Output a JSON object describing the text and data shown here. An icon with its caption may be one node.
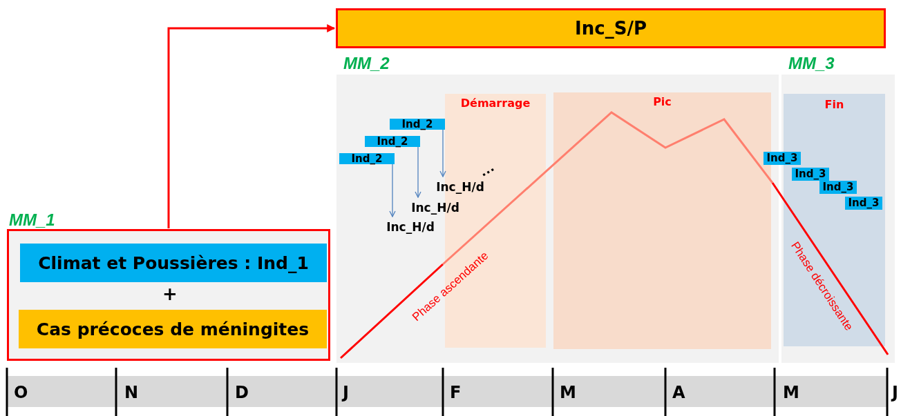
{
  "diagram": {
    "nodes": [
      {
        "text": [
          "Inc_S/P"
        ]
      },
      {
        "text": [
          "MM_1",
          "+"
        ]
      },
      {
        "text": [
          "Climat et Poussières : Ind_1"
        ],
        "in": 1
      },
      {
        "text": [
          "Cas précoces de méningites"
        ],
        "in": 1
      },
      {
        "text": [
          "MM_2"
        ]
      },
      {
        "text": [
          "Démarrage"
        ],
        "in": 4
      },
      {
        "text": [
          "Pic"
        ],
        "in": 4
      },
      {
        "text": [
          "Ind_2"
        ],
        "in": 4
      },
      {
        "text": [
          "Ind_2"
        ],
        "in": 4
      },
      {
        "text": [
          "Ind_2"
        ],
        "in": 4
      },
      {
        "text": [
          "Inc_H/d"
        ],
        "in": 4
      },
      {
        "text": [
          "Inc_H/d"
        ],
        "in": 4
      },
      {
        "text": [
          "Inc_H/d"
        ],
        "in": 4
      },
      {
        "text": [
          "MM_3"
        ]
      },
      {
        "text": [
          "Fin"
        ],
        "in": 13
      },
      {
        "text": [
          "Ind_3"
        ]
      },
      {
        "text": [
          "Ind_3"
        ],
        "in": 14
      },
      {
        "text": [
          "Ind_3"
        ],
        "in": 14
      },
      {
        "text": [
          "Ind_3"
        ],
        "in": 14
      }
    ],
    "edges": [
      {
        "from": 1,
        "to": 0,
        "arrow": "to",
        "color": "#ff0000"
      },
      {
        "from": 7,
        "to": 10,
        "arrow": "to"
      },
      {
        "from": 8,
        "to": 11,
        "arrow": "to"
      },
      {
        "from": 9,
        "to": 12,
        "arrow": "to"
      }
    ],
    "labels": [
      "…",
      "Phase ascendante",
      "Phase décroissante",
      "O",
      "N",
      "D",
      "J",
      "F",
      "M",
      "A",
      "M",
      "J"
    ]
  }
}
